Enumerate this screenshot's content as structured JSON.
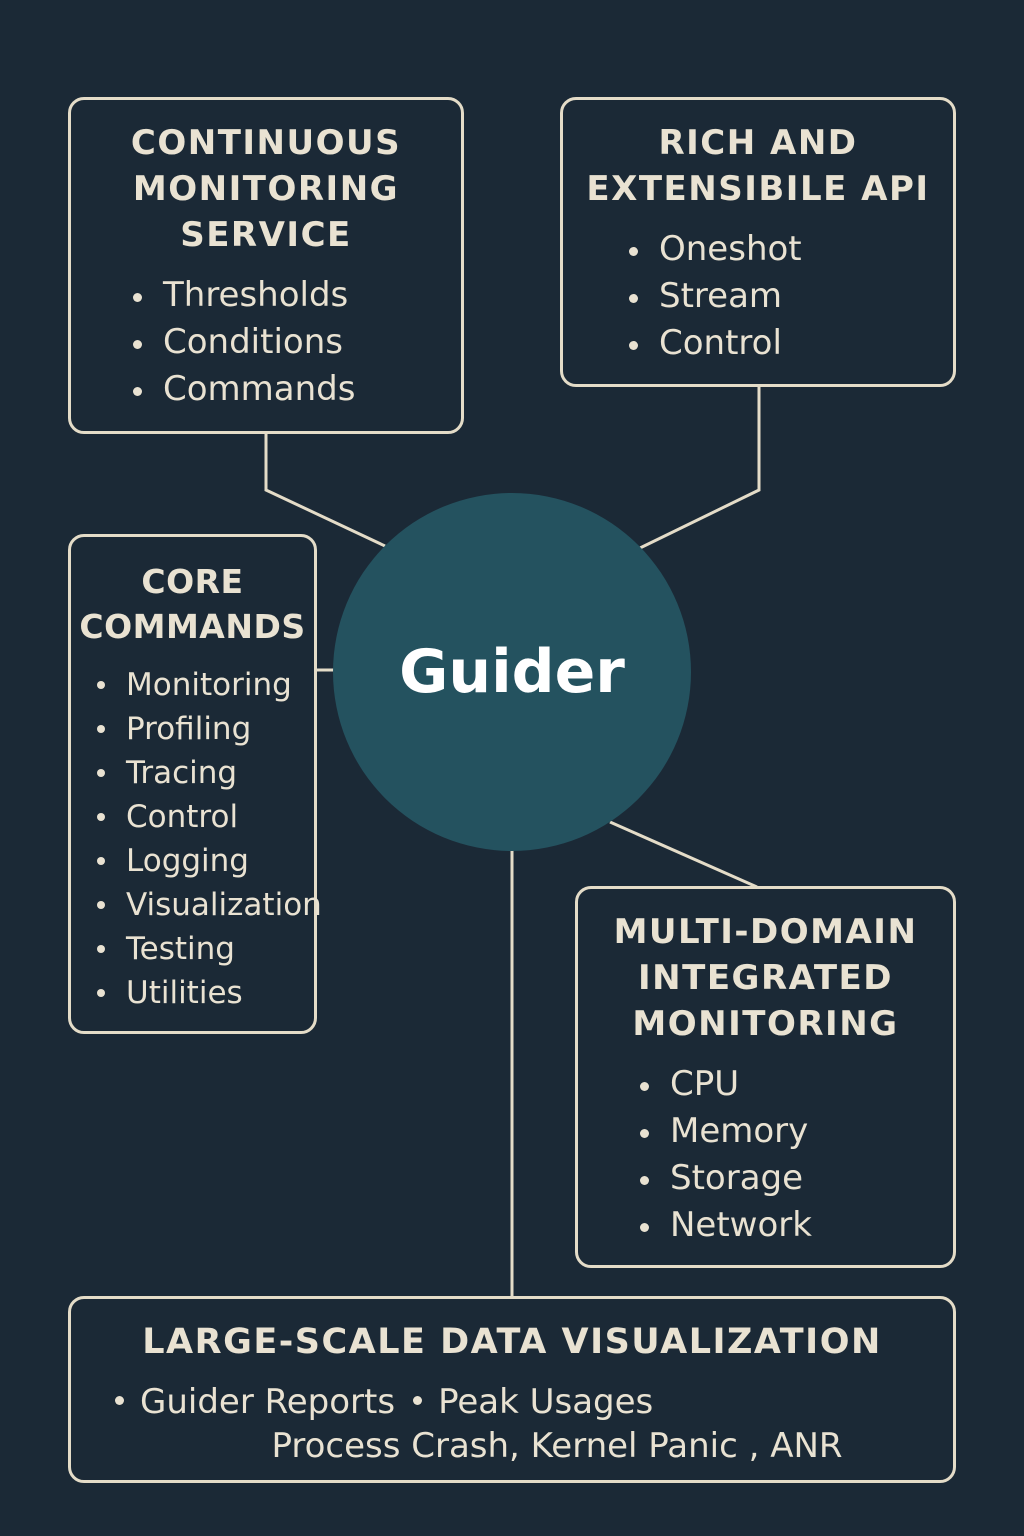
{
  "hub": {
    "label": "Guider"
  },
  "continuous_monitoring": {
    "title_lines": [
      "CONTINUOUS",
      "MONITORING",
      "SERVICE"
    ],
    "items": [
      "Thresholds",
      "Conditions",
      "Commands"
    ]
  },
  "api": {
    "title_lines": [
      "RICH AND",
      "EXTENSIBILE API"
    ],
    "items": [
      "Oneshot",
      "Stream",
      "Control"
    ]
  },
  "core_commands": {
    "title_lines": [
      "CORE",
      "COMMANDS"
    ],
    "items": [
      "Monitoring",
      "Profiling",
      "Tracing",
      "Control",
      "Logging",
      "Visualization",
      "Testing",
      "Utilities"
    ]
  },
  "multi_domain": {
    "title_lines": [
      "MULTI-DOMAIN",
      "INTEGRATED",
      "MONITORING"
    ],
    "items": [
      "CPU",
      "Memory",
      "Storage",
      "Network"
    ]
  },
  "large_scale": {
    "title": "LARGE-SCALE DATA VISUALIZATION",
    "items": [
      "Guider Reports",
      "Peak Usages"
    ],
    "subline": "Process Crash, Kernel Panic , ANR"
  },
  "colors": {
    "background": "#1b2936",
    "box_border": "#e4dcc8",
    "connector": "#e4dcc8",
    "hub_fill": "#24525f",
    "text": "#e9e2d2",
    "hub_text": "#ffffff"
  }
}
